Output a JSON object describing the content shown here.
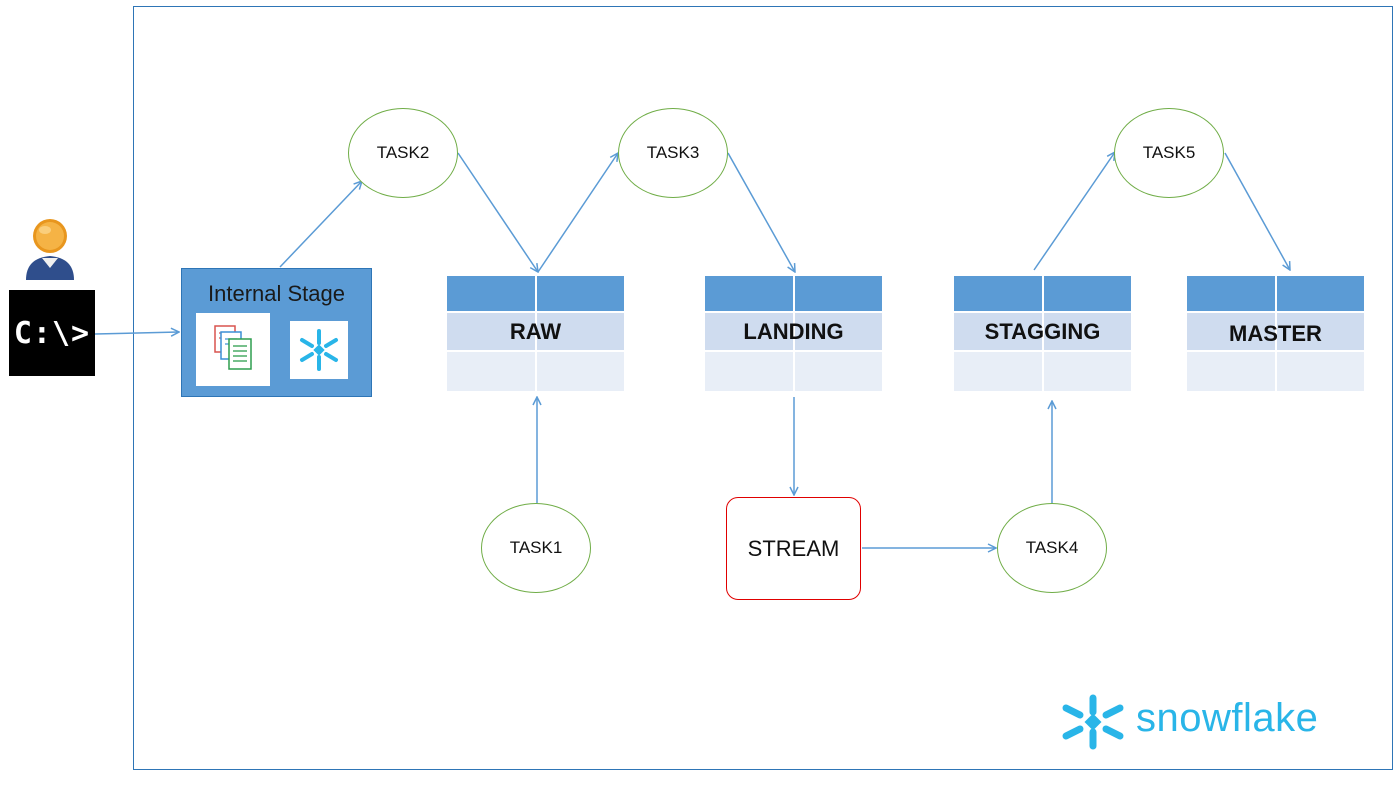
{
  "cli": {
    "prompt": "C:\\>"
  },
  "stage": {
    "title": "Internal Stage"
  },
  "tables": {
    "raw": "RAW",
    "landing": "LANDING",
    "stagging": "STAGGING",
    "master": "MASTER"
  },
  "tasks": {
    "task1": "TASK1",
    "task2": "TASK2",
    "task3": "TASK3",
    "task4": "TASK4",
    "task5": "TASK5"
  },
  "stream": {
    "label": "STREAM"
  },
  "logo": {
    "text": "snowflake"
  },
  "colors": {
    "frame": "#2e75b6",
    "arrow": "#5b9bd5",
    "table_header": "#5b9bd5",
    "table_row2": "#cfdcef",
    "table_row3": "#e8eef7",
    "task_border": "#70ad47",
    "stream_border": "#e00000",
    "snowflake_brand": "#29b5e8"
  }
}
